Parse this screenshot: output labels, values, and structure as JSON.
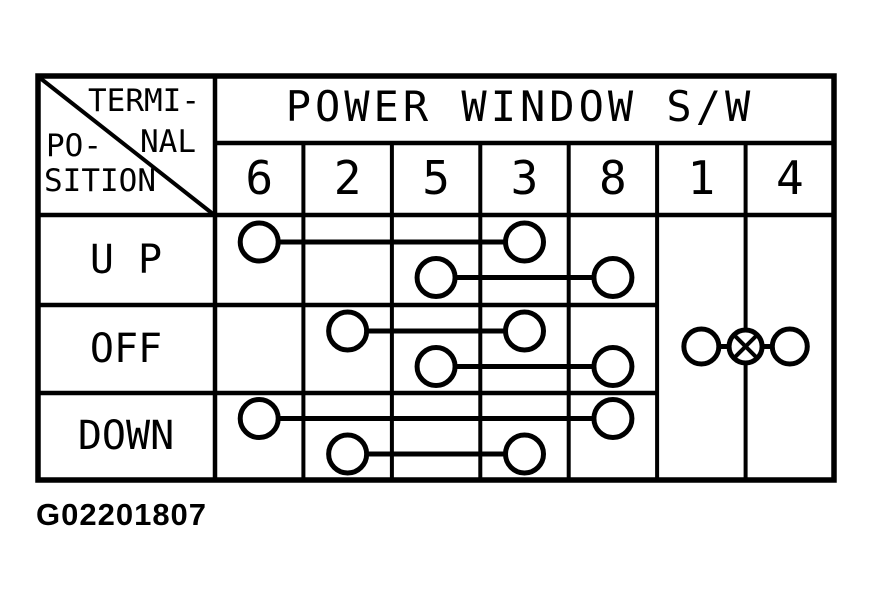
{
  "table": {
    "title": "POWER WINDOW S/W",
    "corner": {
      "terminal_label": [
        "TERMI-",
        "NAL"
      ],
      "position_label": [
        "PO-",
        "SITION"
      ]
    },
    "terminals": [
      "6",
      "2",
      "5",
      "3",
      "8",
      "1",
      "4"
    ],
    "positions": [
      "U P",
      "OFF",
      "DOWN"
    ],
    "connections": [
      {
        "position": "U P",
        "slot": "upper",
        "from": "6",
        "to": "3"
      },
      {
        "position": "U P",
        "slot": "lower",
        "from": "5",
        "to": "8"
      },
      {
        "position": "OFF",
        "slot": "upper",
        "from": "2",
        "to": "3"
      },
      {
        "position": "OFF",
        "slot": "lower",
        "from": "5",
        "to": "8"
      },
      {
        "position": "DOWN",
        "slot": "upper",
        "from": "6",
        "to": "8"
      },
      {
        "position": "DOWN",
        "slot": "lower",
        "from": "2",
        "to": "3"
      }
    ],
    "illumination": {
      "position": "OFF",
      "from": "1",
      "to": "4",
      "symbol": "illumination-lamp"
    }
  },
  "figure_code": "G02201807",
  "colors": {
    "ink": "#000000",
    "paper": "#ffffff"
  }
}
